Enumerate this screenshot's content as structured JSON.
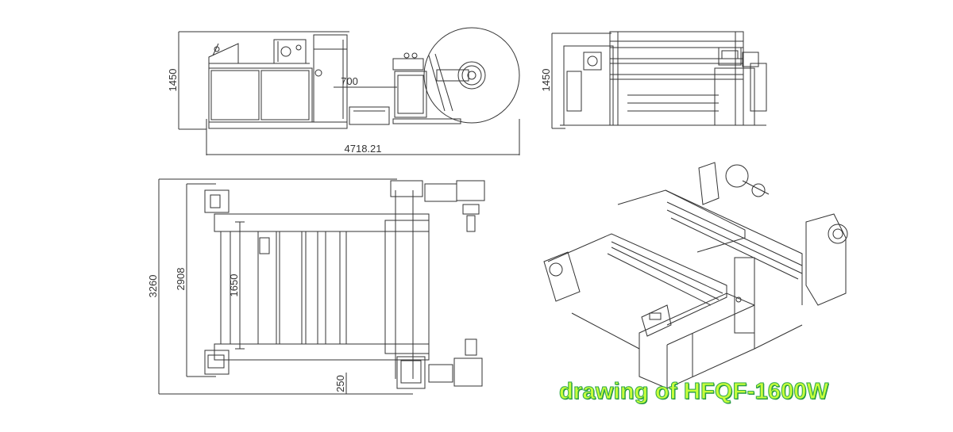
{
  "side_view": {
    "height_dim": "1450",
    "offset_dim": "700",
    "length_dim": "4718.21"
  },
  "front_view": {
    "height_dim": "1450"
  },
  "top_view": {
    "overall_dim": "3260",
    "inner_dim": "2908",
    "roll_width_dim": "1650",
    "offset_dim": "250"
  },
  "caption": "drawing of HFQF-1600W",
  "colors": {
    "line": "#333333",
    "caption_fill": "#c8ff3a",
    "caption_outline": "#2fa94a",
    "background": "#ffffff"
  }
}
